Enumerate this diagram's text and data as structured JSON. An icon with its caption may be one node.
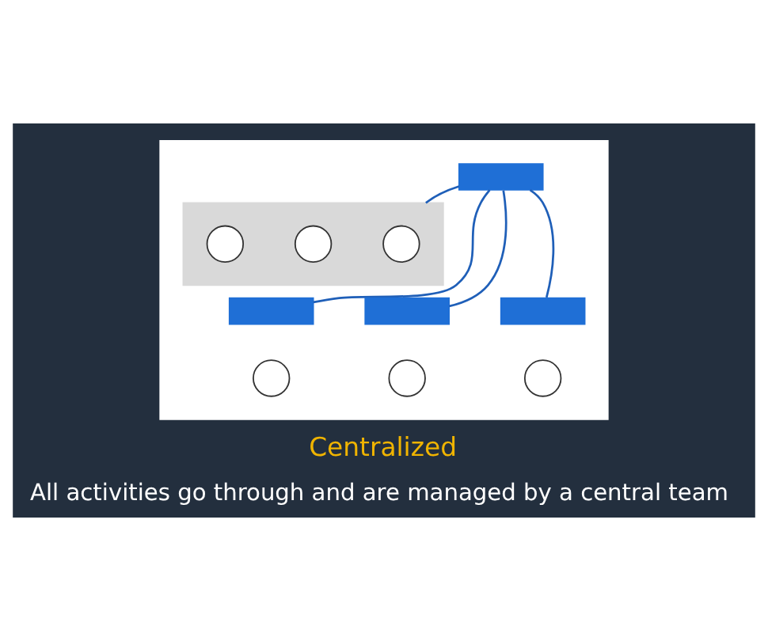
{
  "diagram": {
    "title": "Centralized",
    "caption": "All activities go through and are managed by a central team",
    "nodes": [
      {
        "text": [],
        "shape": "box"
      },
      {
        "text": [],
        "shape": "box",
        "in": 0
      },
      {
        "text": [],
        "shape": "box",
        "in": 0
      },
      {
        "text": [],
        "shape": "person",
        "in": 2
      },
      {
        "text": [],
        "shape": "person",
        "in": 2
      },
      {
        "text": [],
        "shape": "person",
        "in": 2
      },
      {
        "text": [],
        "shape": "box",
        "in": 0
      },
      {
        "text": [],
        "shape": "box",
        "in": 0
      },
      {
        "text": [],
        "shape": "box",
        "in": 0
      },
      {
        "text": [],
        "shape": "person",
        "in": 0
      },
      {
        "text": [],
        "shape": "person",
        "in": 0
      },
      {
        "text": [],
        "shape": "person",
        "in": 0
      }
    ],
    "edges": [
      {
        "from": 1,
        "to": 2,
        "arrow": "none"
      },
      {
        "from": 1,
        "to": 6,
        "arrow": "none"
      },
      {
        "from": 1,
        "to": 7,
        "arrow": "none"
      },
      {
        "from": 1,
        "to": 8,
        "arrow": "none"
      }
    ]
  }
}
